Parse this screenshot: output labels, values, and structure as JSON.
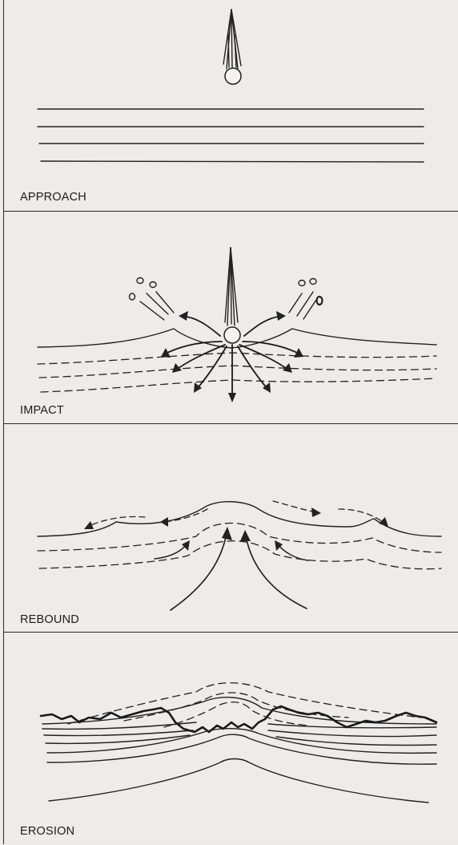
{
  "panels": [
    {
      "id": "approach",
      "label": "APPROACH"
    },
    {
      "id": "impact",
      "label": "IMPACT"
    },
    {
      "id": "rebound",
      "label": "REBOUND"
    },
    {
      "id": "erosion",
      "label": "EROSION"
    }
  ],
  "colors": {
    "ink": "#222222",
    "paper": "#eeebe8"
  }
}
